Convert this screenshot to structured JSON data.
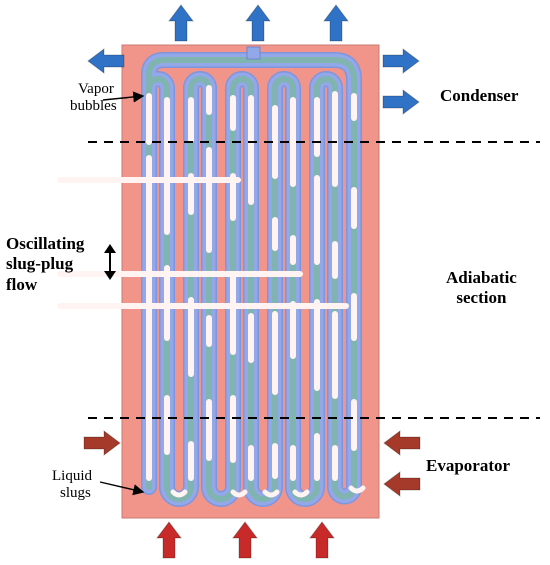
{
  "labels": {
    "vapor_bubbles": [
      "Vapor",
      "bubbles"
    ],
    "liquid_slugs": [
      "Liquid",
      "slugs"
    ],
    "oscillating_flow": [
      "Oscillating",
      "slug-plug",
      "flow"
    ],
    "condenser": "Condenser",
    "adiabatic_section": [
      "Adiabatic",
      "section"
    ],
    "evaporator": "Evaporator"
  },
  "colors": {
    "plate": "#f1948a",
    "tube_outer": "#93a8e8",
    "tube_edge": "#7f95dd",
    "liquid": "#7bb6a6",
    "bubble": "#fff4f2",
    "heat_out_arrow": "#2f72c6",
    "heat_in_arrow": "#c82a2a",
    "heat_in_arrow_side": "#a53a2a",
    "divider": "#000000"
  },
  "icons": {
    "heat_out": "arrow-out-icon",
    "heat_in": "arrow-in-icon",
    "oscillation": "double-headed-arrow-icon"
  }
}
